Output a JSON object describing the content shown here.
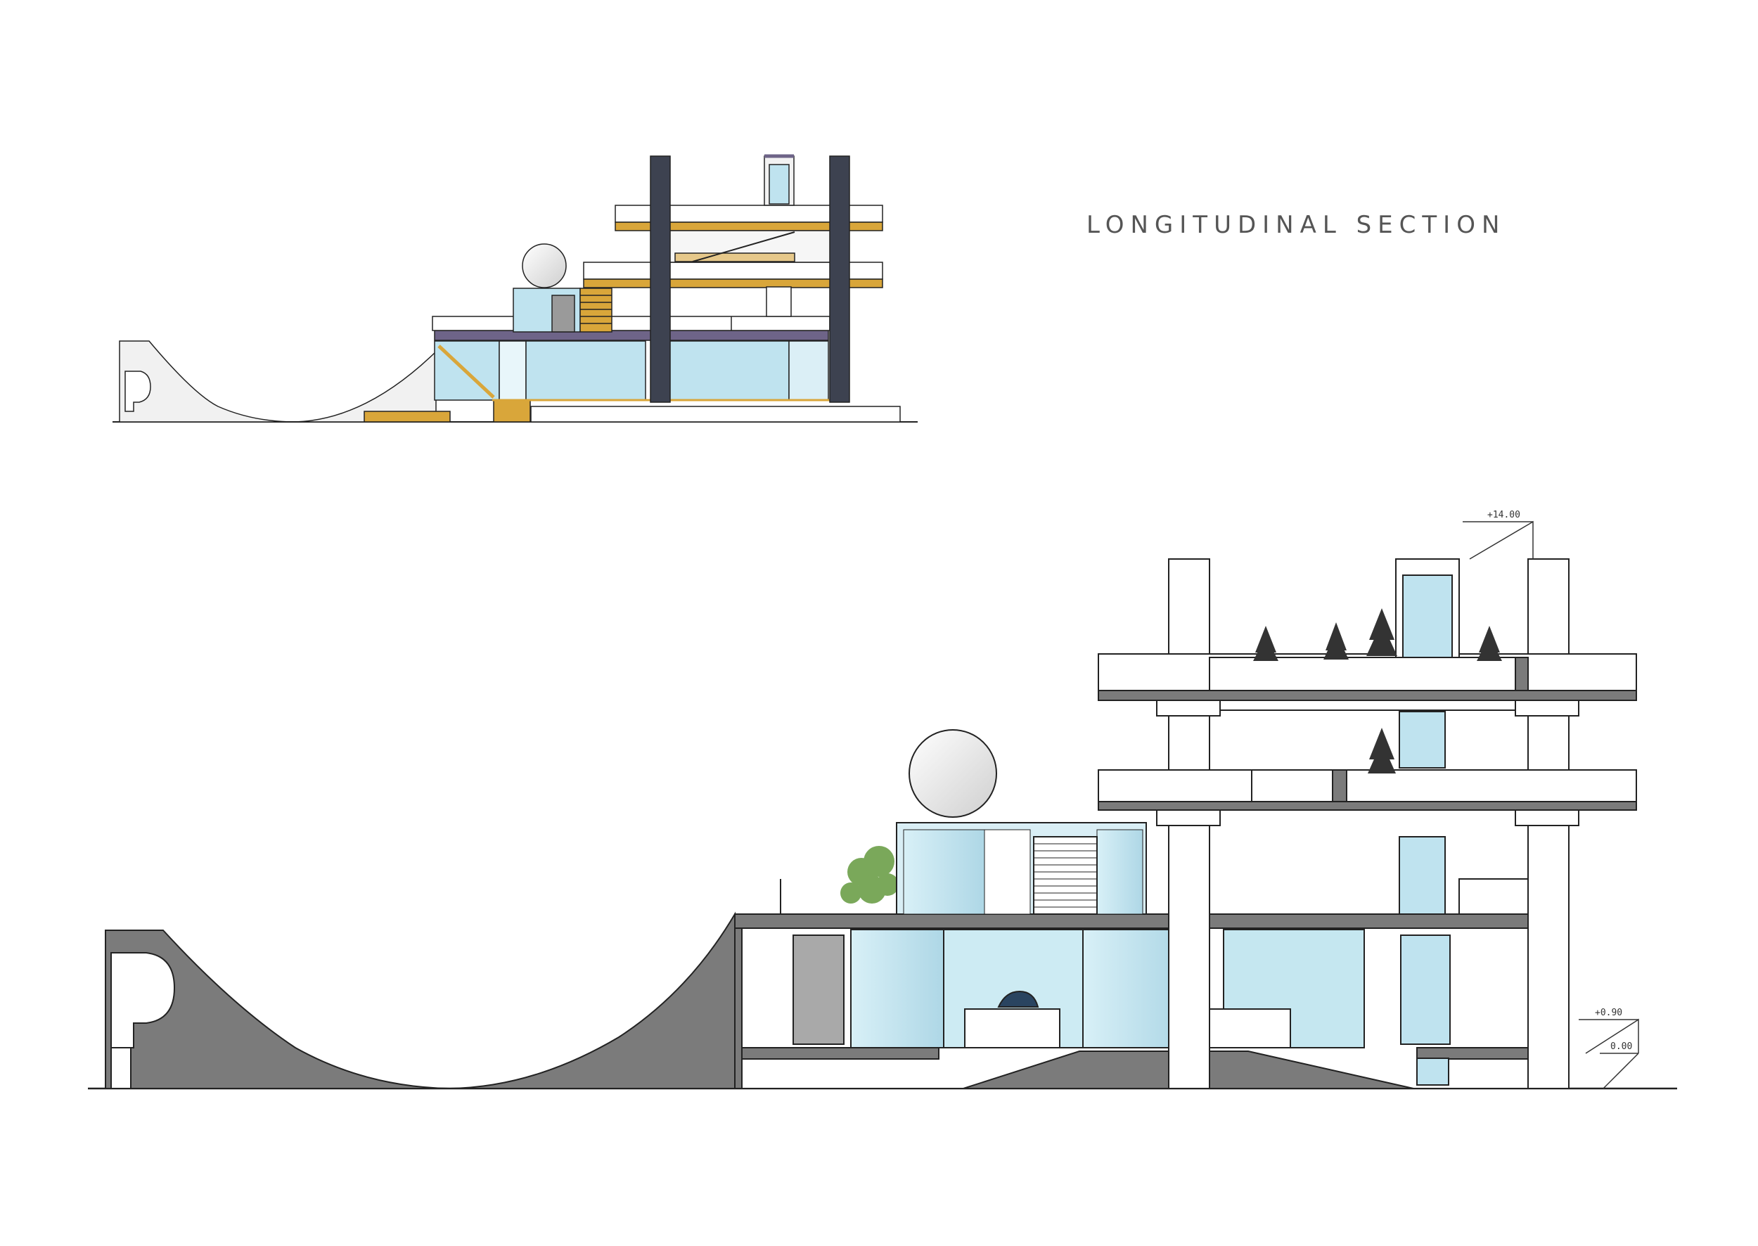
{
  "drawing": {
    "title": "LONGITUDINAL SECTION",
    "levels": {
      "top": "+14.00",
      "ground_floor": "+0.90",
      "ground": "0.00"
    }
  },
  "colors": {
    "line": "#222222",
    "section_fill": "#7b7b7b",
    "glass": "#bfe3ef",
    "wood": "#d9a63a",
    "column_dark": "#3d4250",
    "purple": "#6e6488"
  }
}
